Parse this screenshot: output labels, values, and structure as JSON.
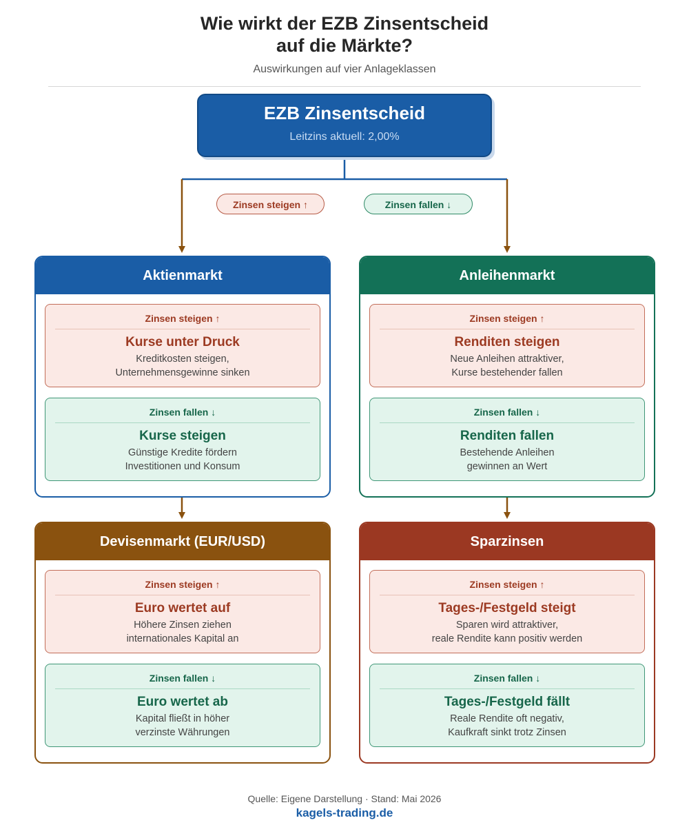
{
  "title_line1": "Wie wirkt der EZB Zinsentscheid",
  "title_line2": "auf die Märkte?",
  "subtitle": "Auswirkungen auf vier Anlageklassen",
  "root": {
    "title": "EZB Zinsentscheid",
    "subtitle": "Leitzins aktuell: 2,00%"
  },
  "legend": {
    "up": "Zinsen steigen ↑",
    "down": "Zinsen fallen ↓"
  },
  "cards": [
    {
      "title": "Aktienmarkt",
      "up": {
        "label": "Zinsen steigen ↑",
        "heading": "Kurse unter Druck",
        "line1": "Kreditkosten steigen,",
        "line2": "Unternehmensgewinne sinken"
      },
      "down": {
        "label": "Zinsen fallen ↓",
        "heading": "Kurse steigen",
        "line1": "Günstige Kredite fördern",
        "line2": "Investitionen und Konsum"
      }
    },
    {
      "title": "Anleihenmarkt",
      "up": {
        "label": "Zinsen steigen ↑",
        "heading": "Renditen steigen",
        "line1": "Neue Anleihen attraktiver,",
        "line2": "Kurse bestehender fallen"
      },
      "down": {
        "label": "Zinsen fallen ↓",
        "heading": "Renditen fallen",
        "line1": "Bestehende Anleihen",
        "line2": "gewinnen an Wert"
      }
    },
    {
      "title": "Devisenmarkt (EUR/USD)",
      "up": {
        "label": "Zinsen steigen ↑",
        "heading": "Euro wertet auf",
        "line1": "Höhere Zinsen ziehen",
        "line2": "internationales Kapital an"
      },
      "down": {
        "label": "Zinsen fallen ↓",
        "heading": "Euro wertet ab",
        "line1": "Kapital fließt in höher",
        "line2": "verzinste Währungen"
      }
    },
    {
      "title": "Sparzinsen",
      "up": {
        "label": "Zinsen steigen ↑",
        "heading": "Tages-/Festgeld steigt",
        "line1": "Sparen wird attraktiver,",
        "line2": "reale Rendite kann positiv werden"
      },
      "down": {
        "label": "Zinsen fallen ↓",
        "heading": "Tages-/Festgeld fällt",
        "line1": "Reale Rendite oft negativ,",
        "line2": "Kaufkraft sinkt trotz Zinsen"
      }
    }
  ],
  "footer": {
    "source": "Quelle: Eigene Darstellung · Stand: Mai 2026",
    "link": "kagels-trading.de"
  },
  "colors": {
    "blue": "#1a5da6",
    "green": "#137157",
    "brown": "#8a520f",
    "rust": "#9b3822",
    "up_fill": "#fbe9e5",
    "down_fill": "#e2f4ec",
    "arrow": "#8a520f"
  }
}
